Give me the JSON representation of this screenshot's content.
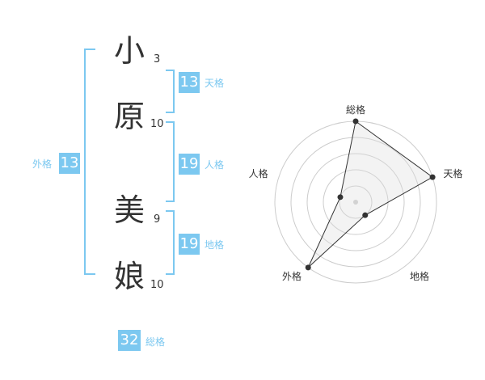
{
  "characters": [
    {
      "char": "小",
      "strokes": "3"
    },
    {
      "char": "原",
      "strokes": "10"
    },
    {
      "char": "美",
      "strokes": "9"
    },
    {
      "char": "娘",
      "strokes": "10"
    }
  ],
  "fortunes": {
    "ten": {
      "value": "13",
      "label": "天格"
    },
    "jin": {
      "value": "19",
      "label": "人格"
    },
    "chi": {
      "value": "19",
      "label": "地格"
    },
    "gai": {
      "value": "13",
      "label": "外格"
    },
    "sou": {
      "value": "32",
      "label": "総格"
    }
  },
  "colors": {
    "accent": "#7cc8f0",
    "text": "#333333",
    "grid": "#cccccc"
  },
  "chart_data": {
    "type": "radar",
    "axes": [
      "総格",
      "天格",
      "地格",
      "外格",
      "人格"
    ],
    "values": [
      5,
      5,
      1,
      5,
      1
    ],
    "rmax": 5,
    "rings": 5
  }
}
